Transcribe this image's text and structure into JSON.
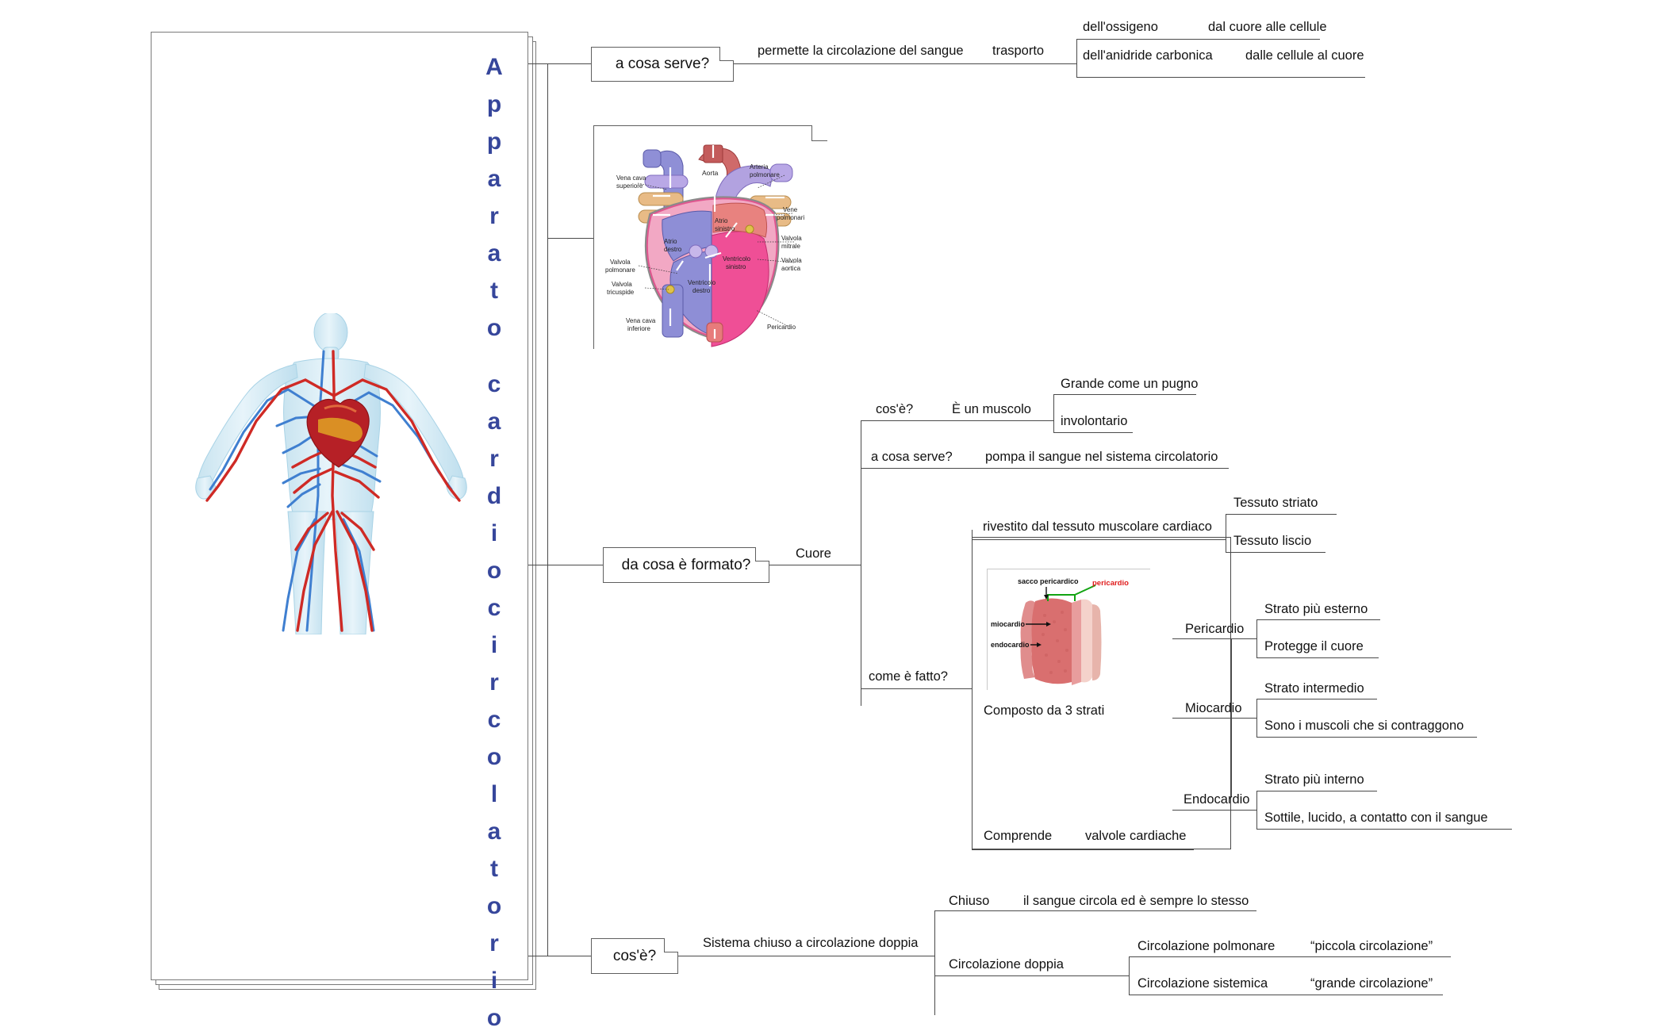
{
  "root": {
    "title": "Apparato cardiocircolatorio",
    "title_letters": [
      "A",
      "p",
      "p",
      "a",
      "r",
      "a",
      "t",
      "o",
      "",
      "c",
      "a",
      "r",
      "d",
      "i",
      "o",
      "c",
      "i",
      "r",
      "c",
      "o",
      "l",
      "a",
      "t",
      "o",
      "r",
      "i",
      "o"
    ],
    "title_color": "#36469b",
    "illustration": "human-circulatory-system-illustration"
  },
  "branches": {
    "b1": {
      "node": "a cosa serve?",
      "child": "permette la circolazione del sangue",
      "grandchild": "trasporto",
      "leaves": [
        {
          "what": "dell'ossigeno",
          "where": "dal cuore alle cellule"
        },
        {
          "what": "dell'anidride carbonica",
          "where": "dalle cellule al cuore"
        }
      ]
    },
    "b2": {
      "image_node": "heart-anatomy-diagram",
      "heart_labels": {
        "aorta": "Aorta",
        "arteria_polmonare": "Arteria polmonare",
        "vena_cava_superiore": "Vena cava superiore",
        "vene_polmonari": "Vene polmonari",
        "atrio_sinistro": "Atrio sinistro",
        "atrio_destro": "Atrio destro",
        "valvola_mitrale": "Valvola mitrale",
        "valvola_aortica": "Valvola aortica",
        "valvola_polmonare": "Valvola polmonare",
        "valvola_tricuspide": "Valvola tricuspide",
        "ventricolo_sinistro": "Ventricolo sinistro",
        "ventricolo_destro": "Ventricolo destro",
        "vena_cava_inferiore": "Vena cava inferiore",
        "pericardio": "Pericardio"
      }
    },
    "b3": {
      "node": "da cosa è formato?",
      "child": "Cuore",
      "sections": [
        {
          "q": "cos'è?",
          "a": "È un muscolo",
          "leaves": [
            "Grande come un pugno",
            "involontario"
          ]
        },
        {
          "q": "a cosa serve?",
          "a": "pompa il sangue nel sistema circolatorio",
          "leaves": []
        },
        {
          "q": "come è fatto?",
          "a": "",
          "leaves": []
        }
      ],
      "tessuto": {
        "label": "rivestito dal tessuto muscolare cardiaco",
        "leaves": [
          "Tessuto striato",
          "Tessuto liscio"
        ]
      },
      "strati": {
        "label": "Composto da 3 strati",
        "image_node": "heart-wall-layers-diagram",
        "layers_image_labels": {
          "sacco": "sacco pericardico",
          "pericardio": "pericardio",
          "miocardio": "miocardio",
          "endocardio": "endocardio"
        },
        "layers": [
          {
            "name": "Pericardio",
            "leaves": [
              "Strato più esterno",
              "Protegge il cuore"
            ]
          },
          {
            "name": "Miocardio",
            "leaves": [
              "Strato intermedio",
              "Sono i muscoli che si contraggono"
            ]
          },
          {
            "name": "Endocardio",
            "leaves": [
              "Strato più interno",
              "Sottile, lucido, a contatto con il sangue"
            ]
          }
        ]
      },
      "comprende": {
        "label": "Comprende",
        "value": "valvole cardiache"
      }
    },
    "b4": {
      "node": "cos'è?",
      "child": "Sistema chiuso a circolazione doppia",
      "rows": [
        {
          "name": "Chiuso",
          "value": "il sangue circola ed è sempre lo stesso",
          "leaves": []
        },
        {
          "name": "Circolazione doppia",
          "value": "",
          "leaves": [
            {
              "name": "Circolazione polmonare",
              "value": "“piccola circolazione”"
            },
            {
              "name": "Circolazione sistemica",
              "value": "“grande circolazione”"
            }
          ]
        }
      ]
    }
  }
}
